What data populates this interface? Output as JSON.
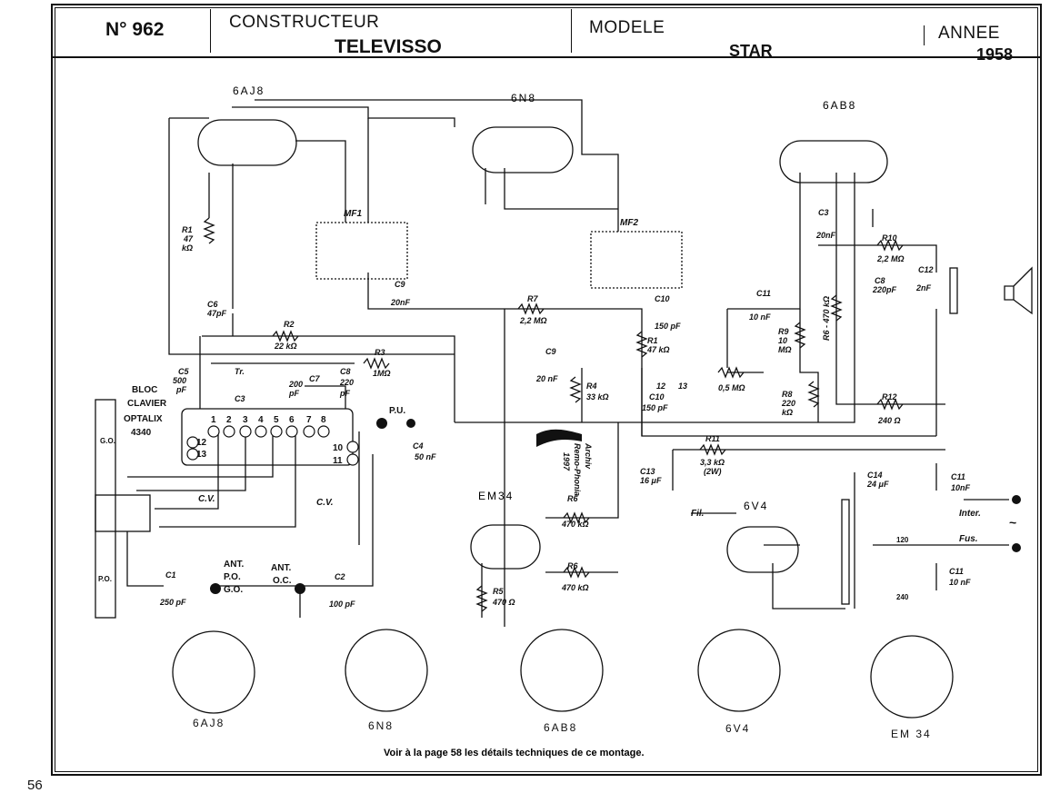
{
  "header": {
    "number": "N° 962",
    "constructeur_label": "CONSTRUCTEUR",
    "constructeur": "TELEVISSO",
    "modele_label": "MODELE",
    "modele": "STAR",
    "annee_label": "ANNEE",
    "annee": "1958"
  },
  "tubes_top": [
    "6AJ8",
    "6N8",
    "6AB8"
  ],
  "tubes_bottom": [
    {
      "name": "EM34"
    },
    {
      "name": "6V4"
    }
  ],
  "sockets": [
    "6AJ8",
    "6N8",
    "6AB8",
    "6V4",
    "EM 34"
  ],
  "components": {
    "r1": [
      "R1",
      "47",
      "kΩ"
    ],
    "c6": [
      "C6",
      "47pF"
    ],
    "mf1": "MF1",
    "mf2": "MF2",
    "c9a": [
      "C9",
      "20nF"
    ],
    "r2": [
      "R2",
      "22 kΩ"
    ],
    "r3": [
      "R3",
      "1MΩ"
    ],
    "r7": [
      "R7",
      "2,2 MΩ"
    ],
    "c10a": [
      "C10",
      "150 pF"
    ],
    "r1b": [
      "R1",
      "47 kΩ"
    ],
    "c9b": [
      "C9",
      "20 nF"
    ],
    "r4": [
      "R4",
      "33 kΩ"
    ],
    "c10b": [
      "C10",
      "150 pF"
    ],
    "pot": "0,5 MΩ",
    "n12": "12",
    "n13": "13",
    "c11a": [
      "C11",
      "10 nF"
    ],
    "r9": [
      "R9",
      "10",
      "MΩ"
    ],
    "r6top": "R6 - 470 kΩ",
    "r8": [
      "R8",
      "220",
      "kΩ"
    ],
    "c3": [
      "C3",
      "20nF"
    ],
    "r10": [
      "R10",
      "2,2 MΩ"
    ],
    "c8": [
      "C8",
      "220pF"
    ],
    "c12": [
      "C12",
      "2nF"
    ],
    "r12": [
      "R12",
      "240 Ω"
    ],
    "c5": [
      "C5",
      "500",
      "pF"
    ],
    "tr": "Tr.",
    "c3b": "C3",
    "c7": [
      "C7",
      "200",
      "pF"
    ],
    "c8b": [
      "C8",
      "220",
      "pF"
    ],
    "bloc": [
      "BLOC",
      "CLAVIER",
      "OPTALIX",
      "4340"
    ],
    "pins": [
      "1",
      "2",
      "3",
      "4",
      "5",
      "6",
      "7",
      "8"
    ],
    "pins2": [
      "12",
      "13",
      "10",
      "11"
    ],
    "pu": "P.U.",
    "c4": [
      "C4",
      "50 nF"
    ],
    "go": "G.O.",
    "po": "P.O.",
    "cv1": "C.V.",
    "cv2": "C.V.",
    "ant1": [
      "ANT.",
      "P.O.",
      "G.O."
    ],
    "ant2": [
      "ANT.",
      "O.C."
    ],
    "c1": [
      "C1",
      "250 pF"
    ],
    "c2": [
      "C2",
      "100 pF"
    ],
    "r11": [
      "R11",
      "3,3 kΩ",
      "(2W)"
    ],
    "c13": [
      "C13",
      "16 μF"
    ],
    "c14": [
      "C14",
      "24 μF"
    ],
    "c11b": [
      "C11",
      "10nF"
    ],
    "c11c": [
      "C11",
      "10 nF"
    ],
    "inter": "Inter.",
    "fus": "Fus.",
    "ac": "~",
    "fil": "Fil.",
    "t120": "120",
    "t240": "240",
    "r6a": [
      "R6",
      "470 kΩ"
    ],
    "r6b": [
      "R6",
      "470 kΩ"
    ],
    "r5": [
      "R5",
      "470 Ω"
    ],
    "stamp": [
      "Archiv",
      "Remo-Phonia",
      "1997"
    ]
  },
  "footer": "Voir à la page 58 les détails techniques de ce montage.",
  "page_number": "56",
  "colors": {
    "ink": "#111111",
    "paper": "#ffffff"
  }
}
